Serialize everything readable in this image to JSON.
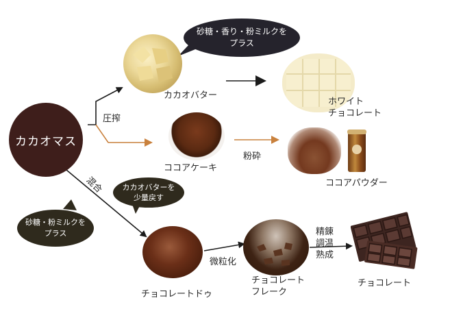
{
  "nodes": {
    "cacao_mass": "カカオマス",
    "cacao_butter": "カカオバター",
    "white_chocolate_line1": "ホワイト",
    "white_chocolate_line2": "チョコレート",
    "cocoa_cake": "ココアケーキ",
    "cocoa_powder": "ココアパウダー",
    "chocolate_dough": "チョコレートドゥ",
    "chocolate_flake_line1": "チョコレート",
    "chocolate_flake_line2": "フレーク",
    "chocolate": "チョコレート"
  },
  "edges": {
    "press": "圧搾",
    "mix": "混合",
    "grind": "粉砕",
    "granulate": "微粒化",
    "refine_line1": "精錬",
    "refine_line2": "調温",
    "refine_line3": "熟成"
  },
  "bubbles": {
    "add_sugar_aroma_milk_line1": "砂糖・香り・粉ミルクを",
    "add_sugar_aroma_milk_line2": "プラス",
    "add_butter_line1": "カカオバターを",
    "add_butter_line2": "少量戻す",
    "add_sugar_milk_line1": "砂糖・粉ミルクを",
    "add_sugar_milk_line2": "プラス"
  },
  "colors": {
    "dark_brown": "#3e1e1b",
    "bubble_dark": "#25232c",
    "bubble_olive": "#2f2a1d",
    "orange_arrow": "#c9813d",
    "black_arrow": "#1b1b1b"
  }
}
